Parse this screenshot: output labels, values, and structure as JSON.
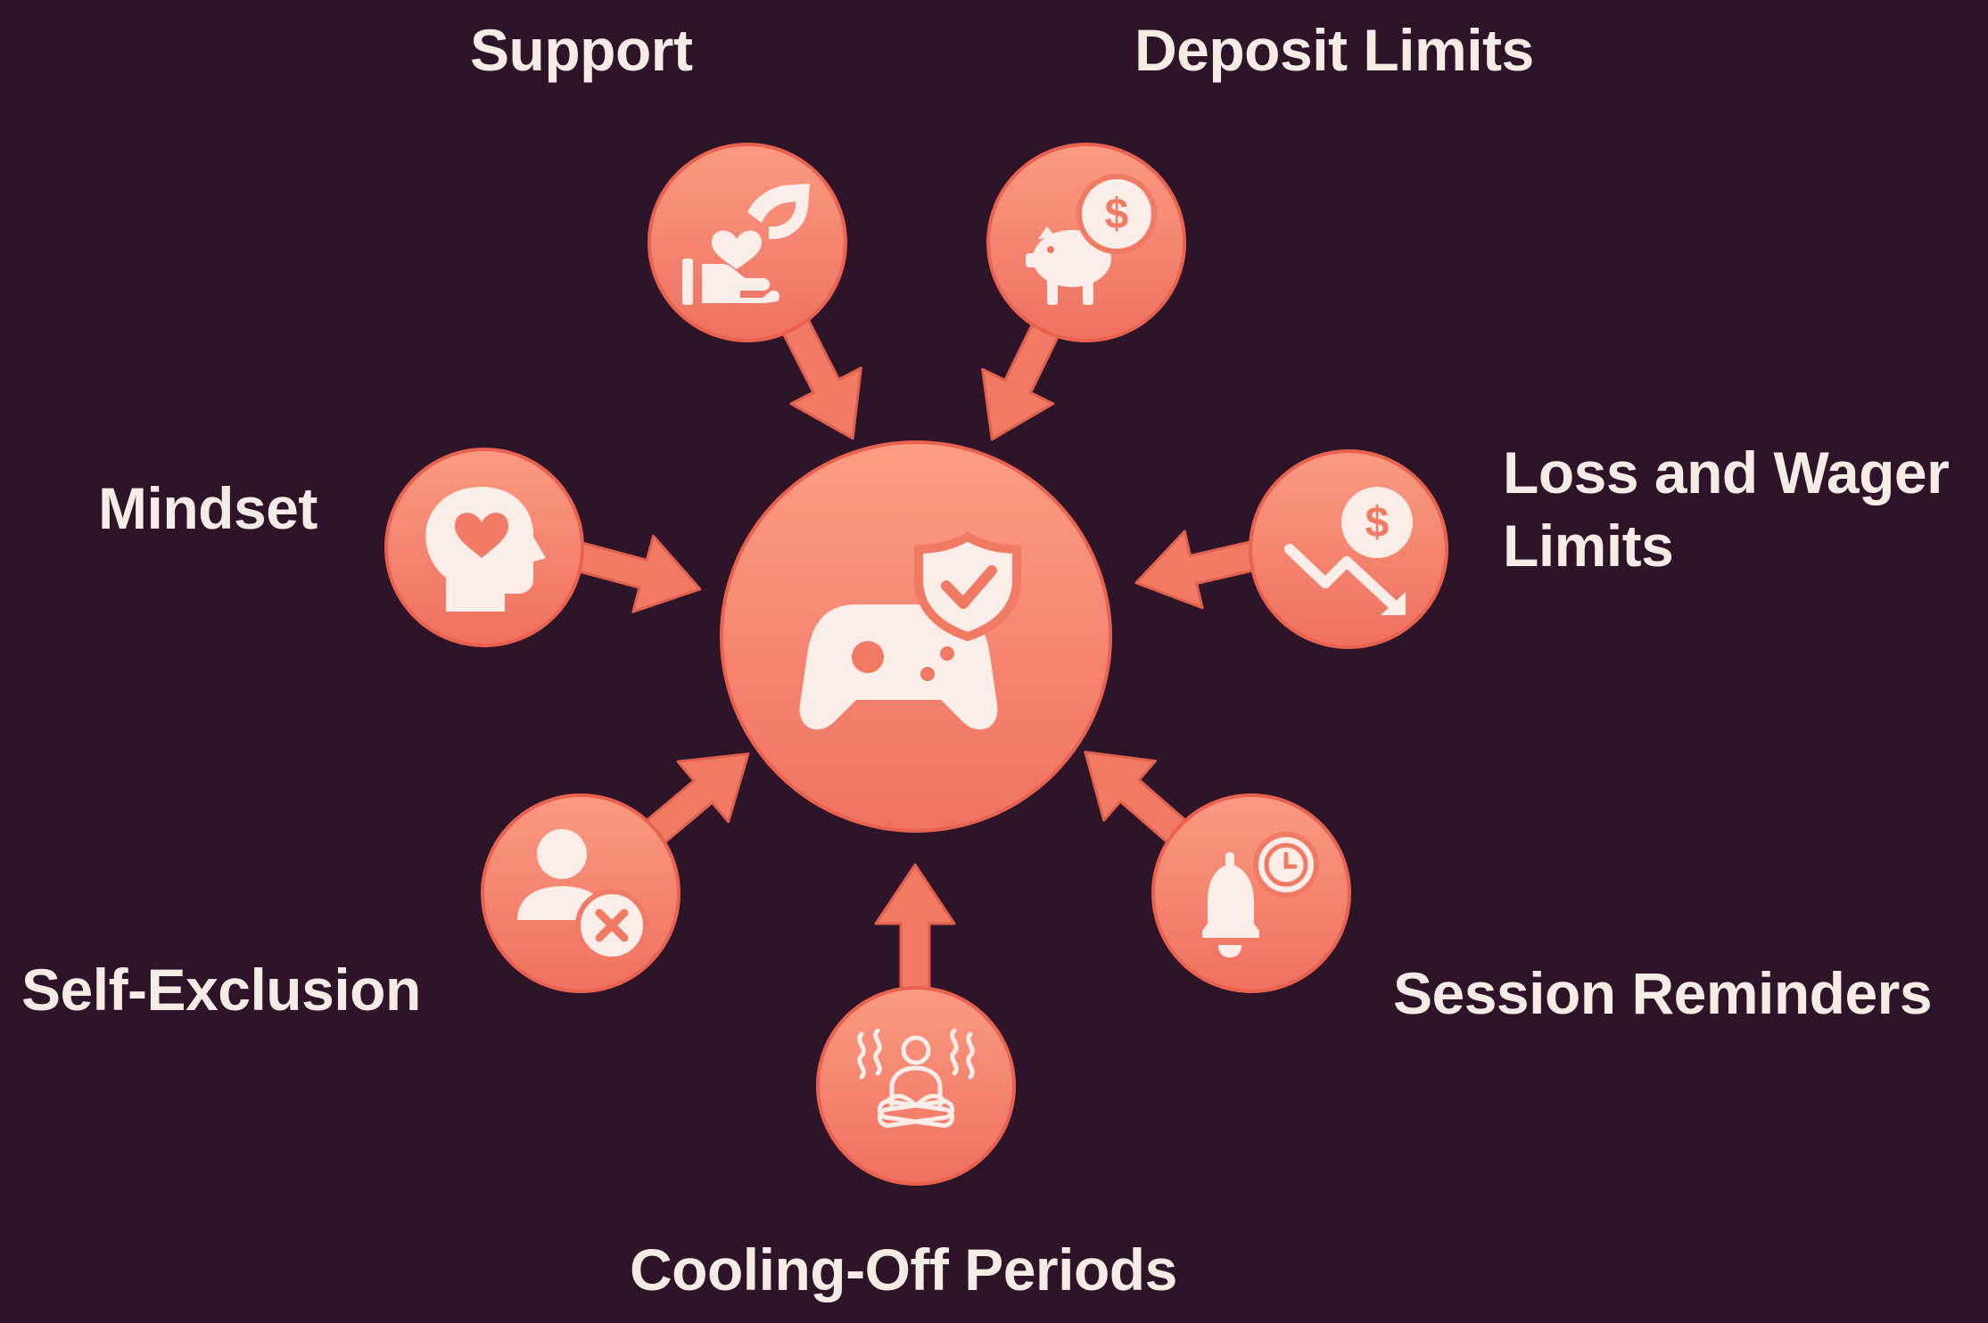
{
  "diagram": {
    "colors": {
      "background": "#2d1429",
      "accent": "#f07a64",
      "accent_light": "#fa9a82",
      "icon": "#fbeee8",
      "text": "#f6ece6"
    },
    "center": {
      "icon": "shield-check-gamepad-icon"
    },
    "nodes": [
      {
        "id": "support",
        "label": "Support",
        "icon": "hand-heart-icon"
      },
      {
        "id": "deposit-limits",
        "label": "Deposit Limits",
        "icon": "piggy-bank-dollar-icon"
      },
      {
        "id": "loss-wager-limits",
        "label_line1": "Loss and Wager",
        "label_line2": "Limits",
        "icon": "dollar-trend-down-icon"
      },
      {
        "id": "session-reminders",
        "label": "Session Reminders",
        "icon": "bell-clock-icon"
      },
      {
        "id": "cooling-off",
        "label": "Cooling-Off Periods",
        "icon": "meditation-icon"
      },
      {
        "id": "self-exclusion",
        "label": "Self-Exclusion",
        "icon": "user-remove-icon"
      },
      {
        "id": "mindset",
        "label": "Mindset",
        "icon": "head-heart-icon"
      }
    ]
  }
}
